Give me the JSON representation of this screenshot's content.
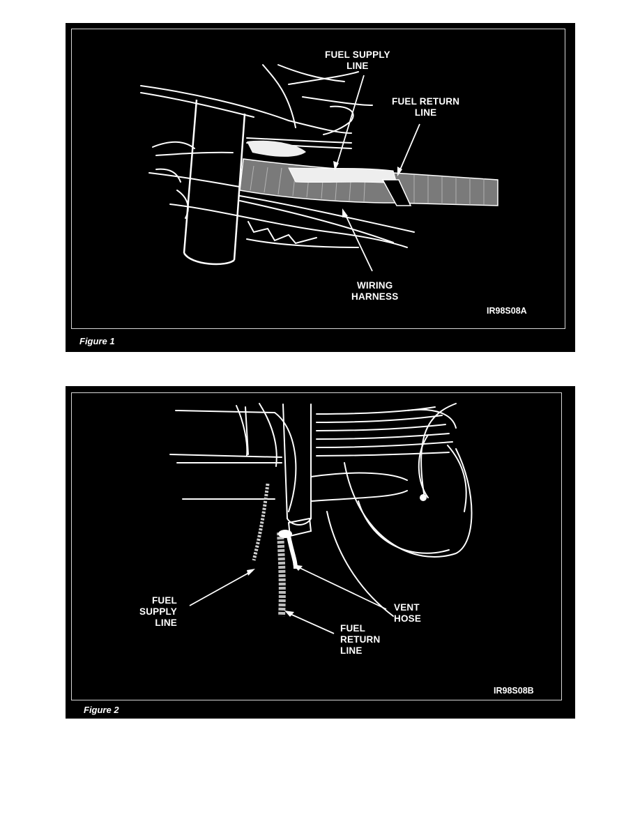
{
  "figure1": {
    "caption": "Figure 1",
    "code": "IR98S08A",
    "labels": {
      "fuel_supply": [
        "FUEL SUPPLY",
        "LINE"
      ],
      "fuel_return": [
        "FUEL RETURN",
        "LINE"
      ],
      "wiring": [
        "WIRING",
        "HARNESS"
      ]
    }
  },
  "figure2": {
    "caption": "Figure 2",
    "code": "IR98S08B",
    "labels": {
      "fuel_supply": [
        "FUEL",
        "SUPPLY",
        "LINE"
      ],
      "vent": [
        "VENT",
        "HOSE"
      ],
      "fuel_return": [
        "FUEL",
        "RETURN",
        "LINE"
      ]
    }
  }
}
